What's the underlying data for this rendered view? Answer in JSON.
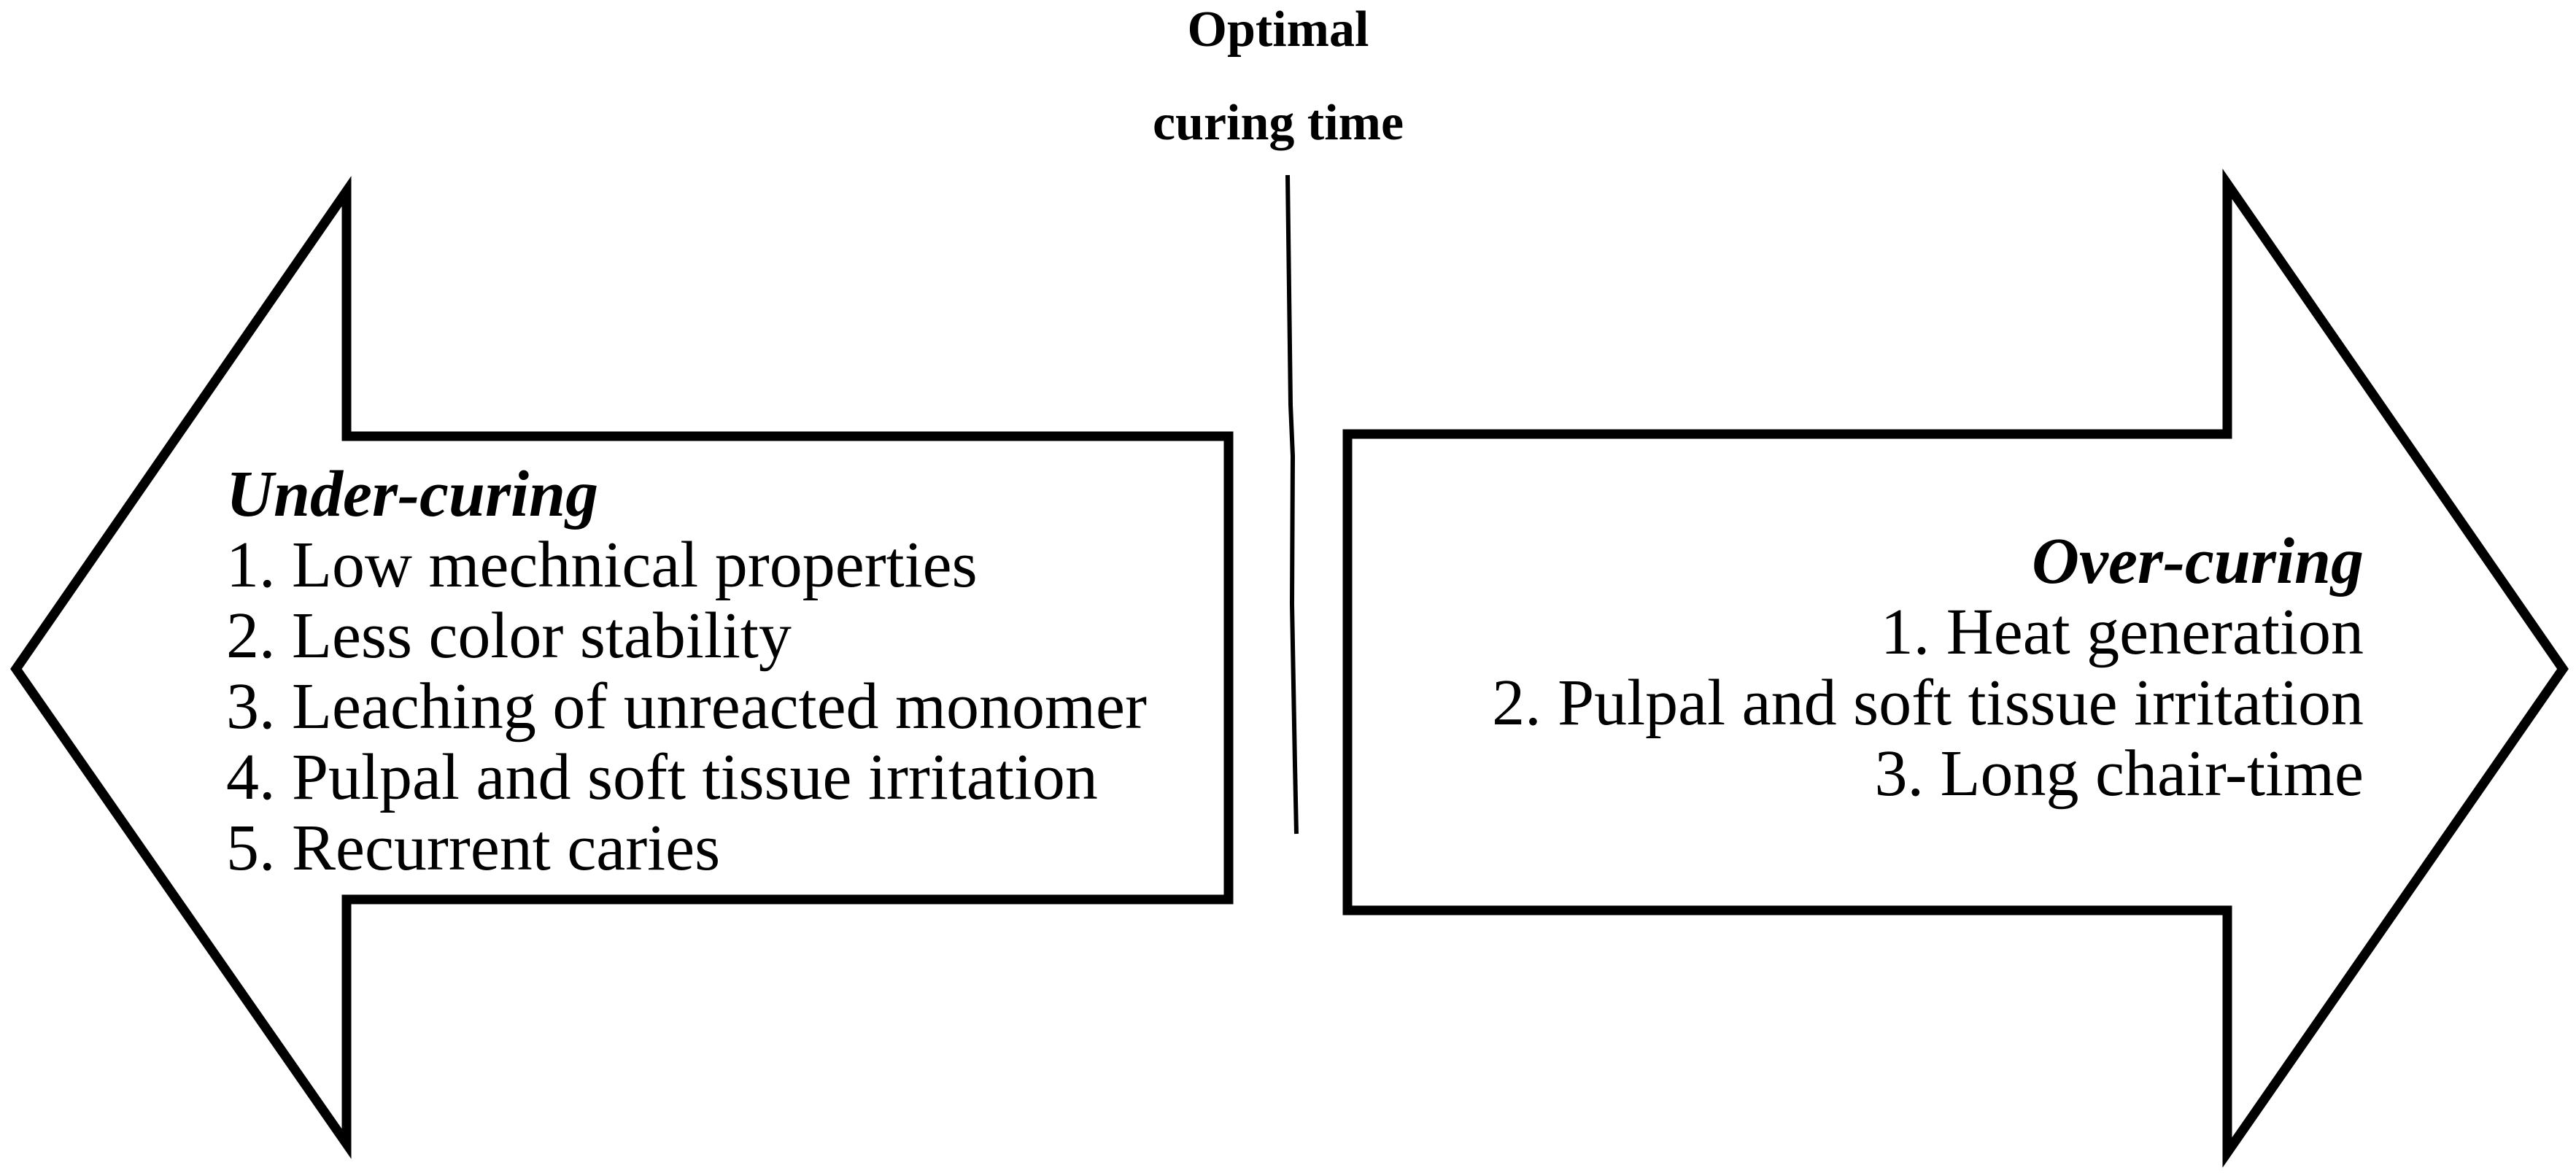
{
  "center": {
    "line1": "Optimal",
    "line2": "curing time"
  },
  "left_arrow": {
    "heading": "Under-curing",
    "items": [
      "1. Low mechnical properties",
      "2. Less color stability",
      "3. Leaching of unreacted monomer",
      "4. Pulpal and soft tissue irritation",
      "5. Recurrent caries"
    ]
  },
  "right_arrow": {
    "heading": "Over-curing",
    "items": [
      "1. Heat generation",
      "2. Pulpal and soft tissue irritation",
      "3. Long chair-time"
    ]
  },
  "colors": {
    "ink": "#000000",
    "paper": "#ffffff"
  }
}
